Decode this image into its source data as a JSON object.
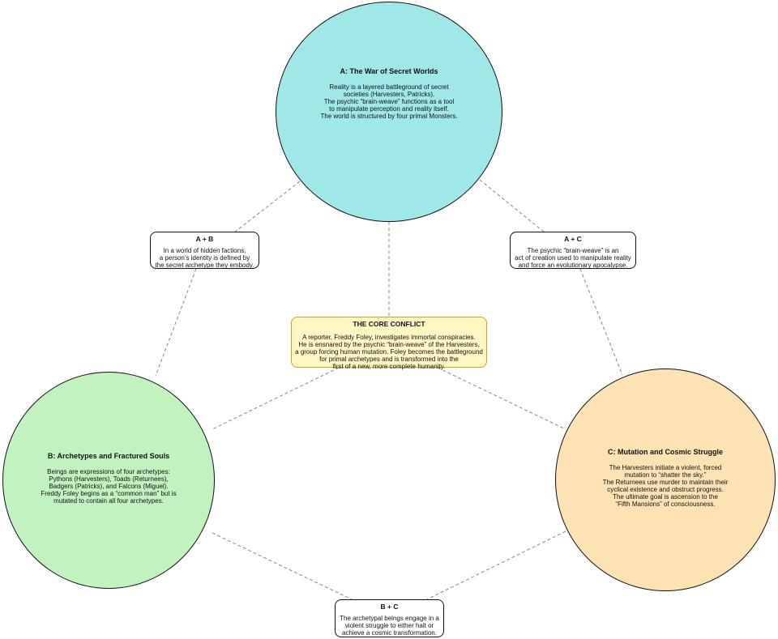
{
  "circle_a": {
    "title": "A: The War of Secret Worlds",
    "lines": [
      "Reality is a layered battleground of secret",
      "societies (Harvesters, Patricks).",
      "The psychic “brain-weave” functions as a tool",
      "to manipulate perception and reality itself.",
      "The world is structured by four primal Monsters."
    ],
    "color": "#a0e8e8"
  },
  "circle_b": {
    "title": "B: Archetypes and Fractured Souls",
    "lines": [
      "Beings are expressions of four archetypes:",
      "Pythons (Harvesters), Toads (Returnees),",
      "Badgers (Patricks), and Falcons (Miguel).",
      "Freddy Foley begins as a “common man” but is",
      "mutated to contain all four archetypes."
    ],
    "color": "#c2f2c0"
  },
  "circle_c": {
    "title": "C: Mutation and Cosmic Struggle",
    "lines": [
      "The Harvesters initiate a violent, forced",
      "mutation to “shatter the sky.”",
      "The Returnees use murder to maintain their",
      "cyclical existence and obstruct progress.",
      "The ultimate goal is ascension to the",
      "“Fifth Mansions” of consciousness."
    ],
    "color": "#fde3b3"
  },
  "box_ab": {
    "title": "A + B",
    "lines": [
      "In a world of hidden factions,",
      "a person’s identity is defined by",
      "the secret archetype they embody."
    ]
  },
  "box_ac": {
    "title": "A + C",
    "lines": [
      "The psychic “brain-weave” is an",
      "act of creation used to manipulate reality",
      "and force an evolutionary apocalypse."
    ]
  },
  "box_bc": {
    "title": "B + C",
    "lines": [
      "The archetypal beings engage in a",
      "violent struggle to either halt or",
      "achieve a cosmic transformation."
    ]
  },
  "core": {
    "title": "THE CORE CONFLICT",
    "lines": [
      "A reporter, Freddy Foley, investigates immortal conspiracies.",
      "He is ensnared by the psychic “brain-weave” of the Harvesters,",
      "a group forcing human mutation. Foley becomes the battleground",
      "for primal archetypes and is transformed into the",
      "first of a new, more complete humanity."
    ],
    "color": "#fff8c4",
    "border_color": "#d4a017"
  },
  "connector_color": "#888888"
}
